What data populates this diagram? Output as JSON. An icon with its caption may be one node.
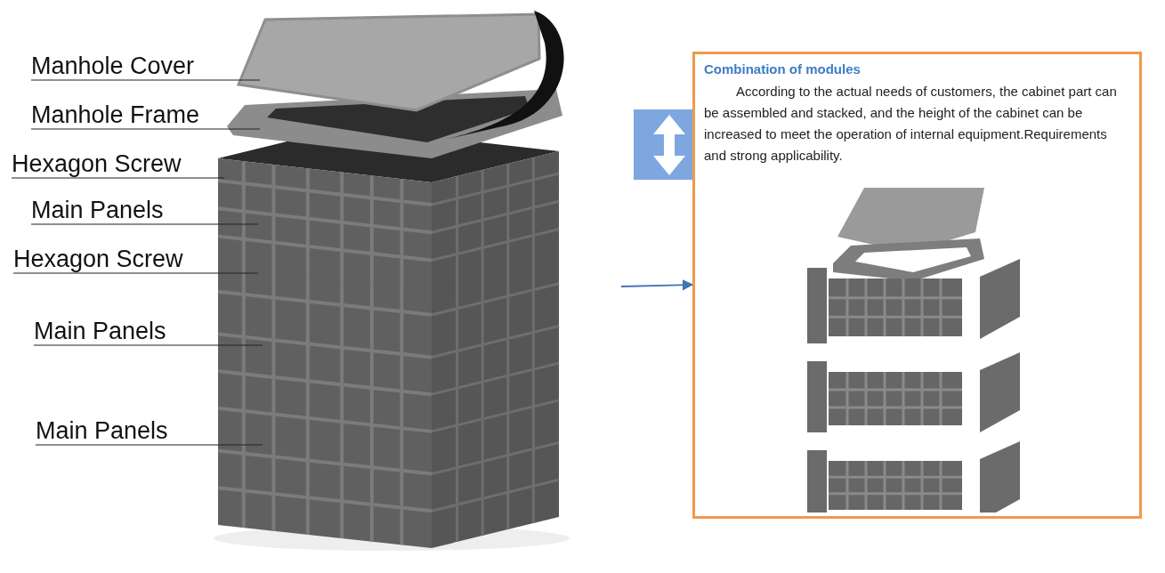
{
  "diagram": {
    "nodes": [
      {
        "text": [
          "Manhole Cover"
        ]
      },
      {
        "text": [
          "Manhole Frame"
        ]
      },
      {
        "text": [
          "Hexagon Screw"
        ]
      },
      {
        "text": [
          "Main Panels"
        ]
      },
      {
        "text": [
          "Hexagon Screw"
        ]
      },
      {
        "text": [
          "Main Panels"
        ]
      },
      {
        "text": [
          "Main Panels"
        ]
      },
      {
        "text": [],
        "shape": "picture"
      },
      {
        "text": [
          "Combination of modules",
          "According to the actual needs of customers, the cabinet part can be assembled and stacked, and the height of the cabinet can be increased to meet the operation of internal equipment.Requirements and strong applicability."
        ]
      },
      {
        "text": [],
        "shape": "picture",
        "in": 8
      }
    ],
    "edges": [
      {
        "from": 0,
        "to": 7,
        "arrow": "none"
      },
      {
        "from": 1,
        "to": 7,
        "arrow": "none"
      },
      {
        "from": 2,
        "to": 7,
        "arrow": "none"
      },
      {
        "from": 3,
        "to": 7,
        "arrow": "none"
      },
      {
        "from": 4,
        "to": 7,
        "arrow": "none"
      },
      {
        "from": 5,
        "to": 7,
        "arrow": "none"
      },
      {
        "from": 6,
        "to": 7,
        "arrow": "none"
      },
      {
        "from": 7,
        "to": 8,
        "arrow": "to",
        "color": "#3f74b5"
      }
    ]
  }
}
